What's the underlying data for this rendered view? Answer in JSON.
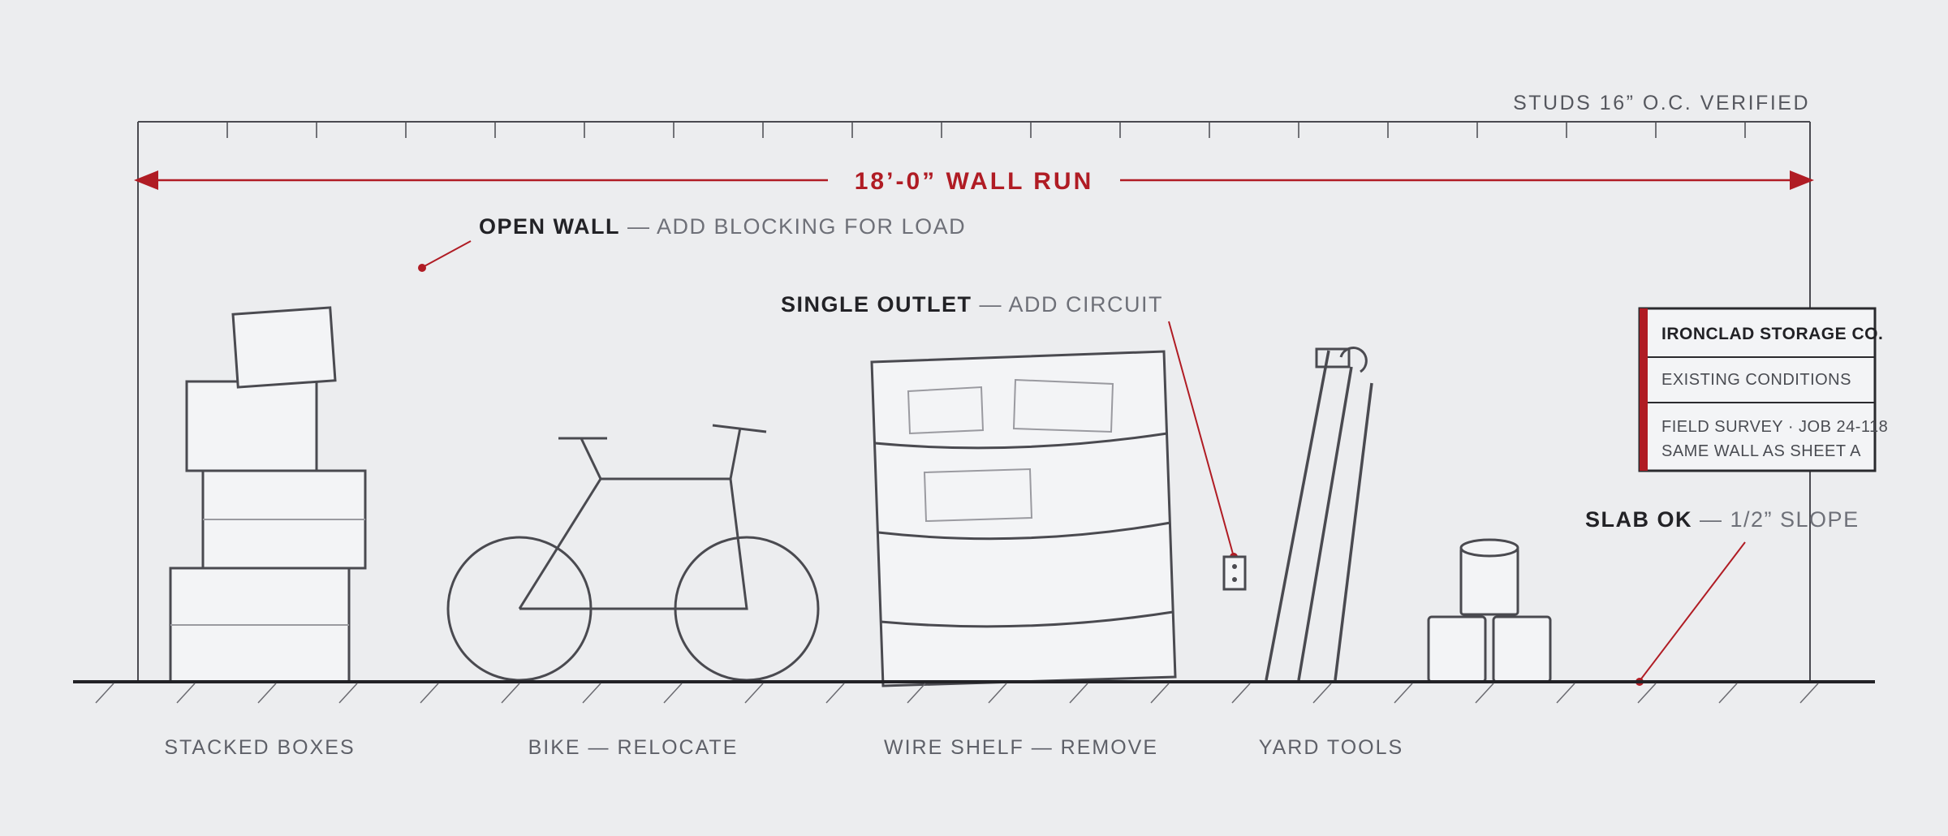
{
  "header": {
    "note": "STUDS 16” O.C. VERIFIED"
  },
  "dimension": {
    "label": "18’-0” WALL RUN"
  },
  "callouts": {
    "open_wall": {
      "bold": "OPEN WALL",
      "rest": " — ADD BLOCKING FOR LOAD"
    },
    "outlet": {
      "bold": "SINGLE OUTLET",
      "rest": " — ADD CIRCUIT"
    },
    "slab": {
      "bold": "SLAB OK",
      "rest": " — 1/2” SLOPE"
    }
  },
  "items": {
    "boxes": "STACKED BOXES",
    "bike": "BIKE — RELOCATE",
    "shelf": "WIRE SHELF — REMOVE",
    "tools": "YARD TOOLS"
  },
  "title_block": {
    "company": "IRONCLAD STORAGE CO.",
    "sheet": "EXISTING CONDITIONS",
    "line1": "FIELD SURVEY · JOB 24-118",
    "line2": "SAME WALL AS SHEET A"
  },
  "colors": {
    "background": "#ecedef",
    "accent": "#b01c24",
    "ink": "#4a4a50"
  }
}
